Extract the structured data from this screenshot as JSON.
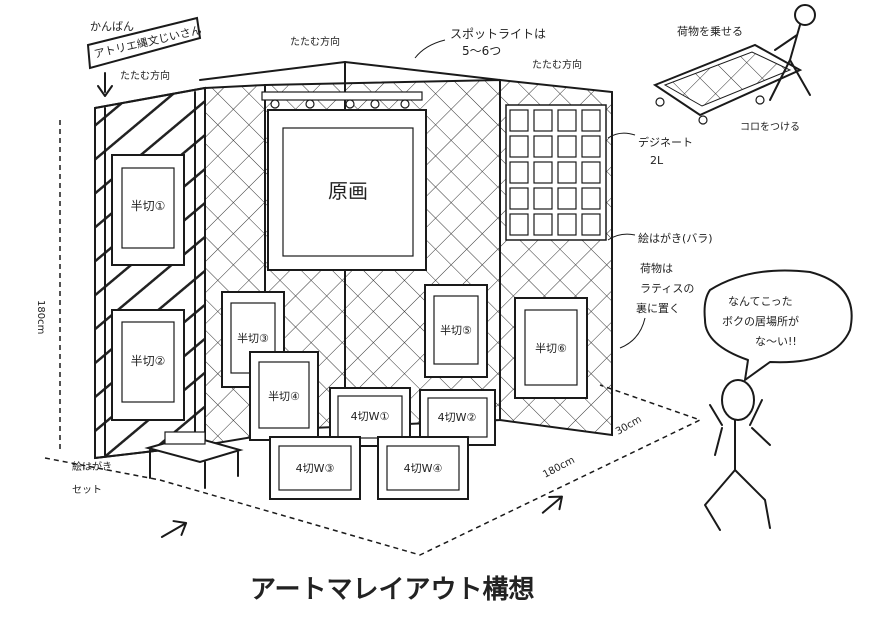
{
  "title": "アートマレイアウト構想",
  "signboard": {
    "label": "かんばん",
    "name": "アトリエ縄文じいさん"
  },
  "fold_direction": [
    "たたむ方向",
    "たたむ方向",
    "たたむ方向"
  ],
  "spotlight_note": [
    "スポットライトは",
    "5〜6つ"
  ],
  "cart": {
    "load_note": "荷物を乗せる",
    "wheel_note": "コロをつける"
  },
  "notes": {
    "designet": [
      "デジネート",
      "2L"
    ],
    "postcards_loose": "絵はがき(バラ)",
    "luggage": [
      "荷物は",
      "ラティスの",
      "裏に置く"
    ],
    "postcard_set": [
      "絵はがき",
      "セット"
    ]
  },
  "dimensions": {
    "height": "180cm",
    "depth": "30cm",
    "width": "180cm"
  },
  "artworks": {
    "original": "原画",
    "hansetsu": [
      "半切①",
      "半切②",
      "半切③",
      "半切④",
      "半切⑤",
      "半切⑥"
    ],
    "yongiri_w": [
      "4切W①",
      "4切W②",
      "4切W③",
      "4切W④"
    ]
  },
  "speech_bubble": [
    "なんてこった",
    "ボクの居場所が",
    "な〜い!!"
  ]
}
